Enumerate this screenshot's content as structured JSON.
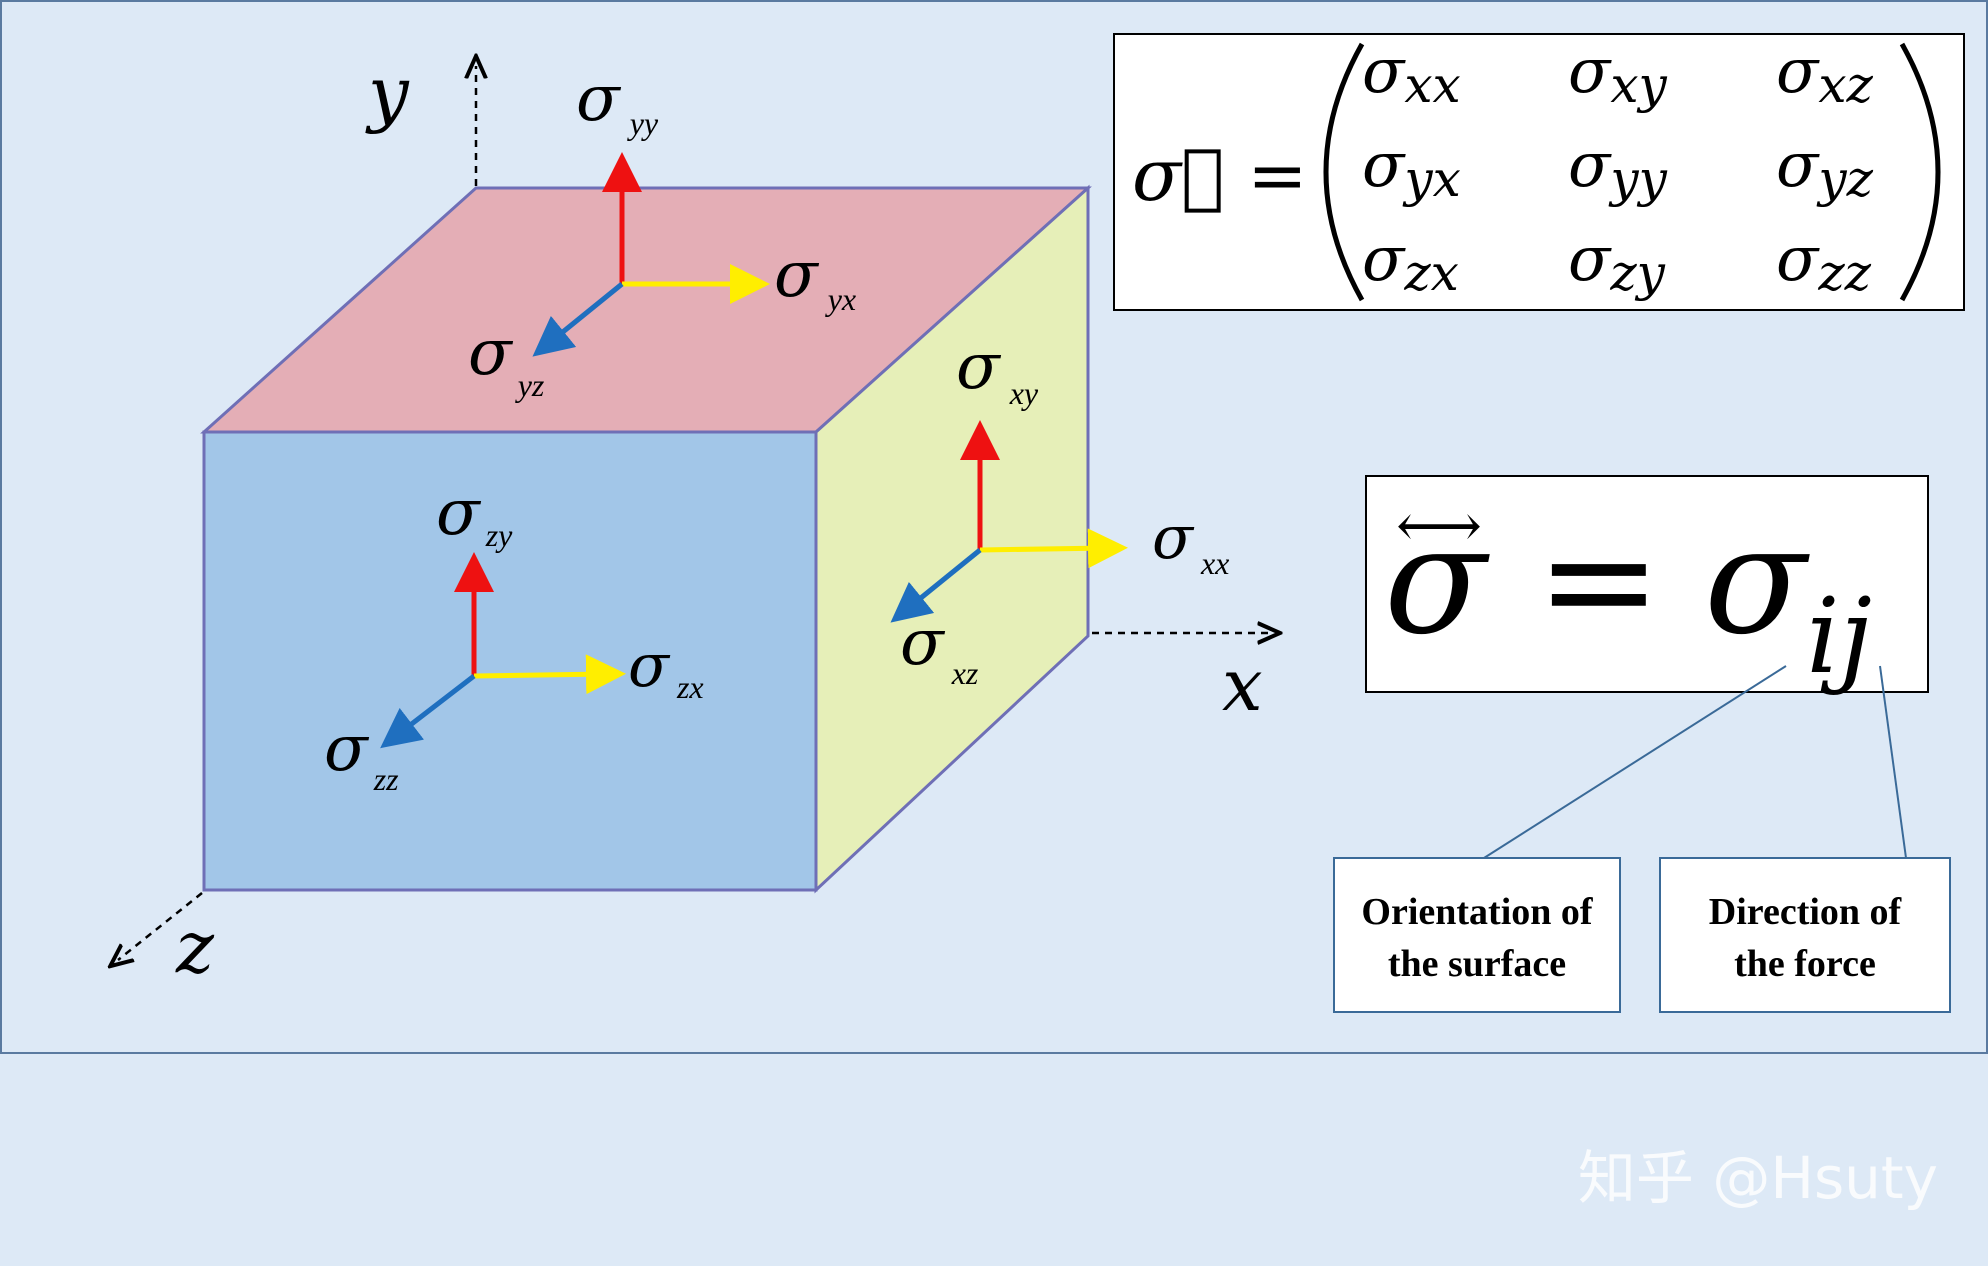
{
  "colors": {
    "page_background": "#dde9f6",
    "face_top": "#e4aeb6",
    "face_front": "#a2c6e8",
    "face_side": "#e6efb8",
    "cube_edge": "#6f6fb6",
    "normal_arrow": "#ee1111",
    "shear_arrow_x": "#ffee00",
    "shear_arrow_z": "#1f6fbf"
  },
  "axes": {
    "x": "x",
    "y": "y",
    "z": "z"
  },
  "stress_symbol": "σ",
  "components": {
    "yy": "yy",
    "yx": "yx",
    "yz": "yz",
    "xy": "xy",
    "xx": "xx",
    "xz": "xz",
    "zy": "zy",
    "zx": "zx",
    "zz": "zz"
  },
  "matrix": {
    "lhs": "σ⃡ =",
    "rows": [
      [
        "xx",
        "xy",
        "xz"
      ],
      [
        "yx",
        "yy",
        "yz"
      ],
      [
        "zx",
        "zy",
        "zz"
      ]
    ]
  },
  "index_equation": {
    "arrow": "⟷",
    "lhs": "σ",
    "equals": "=",
    "rhs": "σ",
    "subscript": "ij"
  },
  "callouts": {
    "surface": [
      "Orientation of",
      "the surface"
    ],
    "force": [
      "Direction of",
      "the force"
    ]
  },
  "watermark": "知乎 @Hsuty"
}
